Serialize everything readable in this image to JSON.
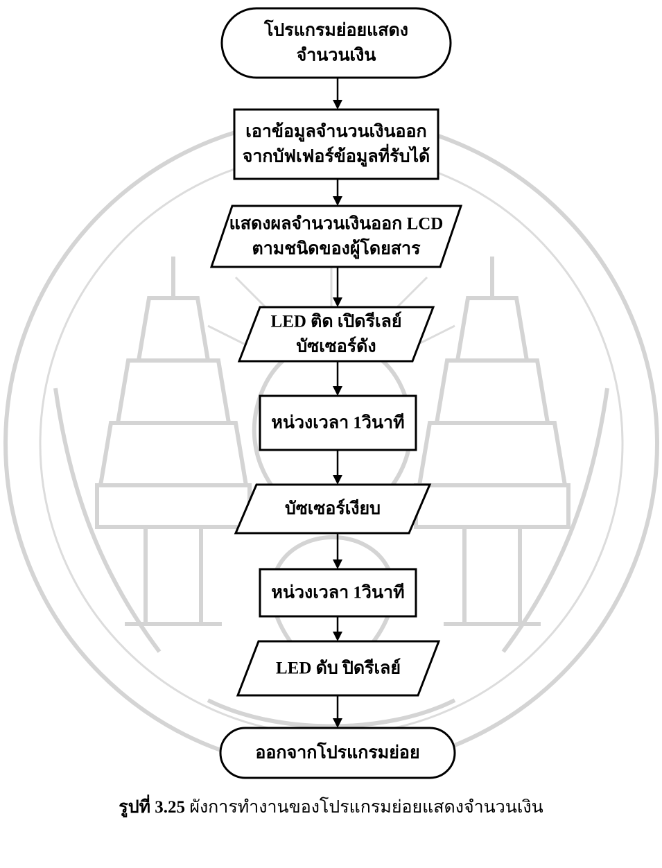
{
  "flowchart": {
    "nodes": [
      {
        "id": "start",
        "shape": "terminator",
        "lines": [
          "โปรแกรมย่อยแสดง",
          "จำนวนเงิน"
        ]
      },
      {
        "id": "fetch",
        "shape": "process",
        "lines": [
          "เอาข้อมูลจำนวนเงินออก",
          "จากบัฟเฟอร์ข้อมูลที่รับได้"
        ]
      },
      {
        "id": "display",
        "shape": "io",
        "lines": [
          "แสดงผลจำนวนเงินออก LCD",
          "ตามชนิดของผู้โดยสาร"
        ]
      },
      {
        "id": "led-on",
        "shape": "io",
        "lines": [
          "LED ติด  เปิดรีเลย์",
          "บัซเซอร์ดัง"
        ]
      },
      {
        "id": "delay-1",
        "shape": "process",
        "lines": [
          "หน่วงเวลา  1วินาที"
        ]
      },
      {
        "id": "buzzer-off",
        "shape": "io",
        "lines": [
          "บัซเซอร์เงียบ"
        ]
      },
      {
        "id": "delay-2",
        "shape": "process",
        "lines": [
          "หน่วงเวลา  1วินาที"
        ]
      },
      {
        "id": "led-off",
        "shape": "io",
        "lines": [
          "LED ดับ  ปิดรีเลย์"
        ]
      },
      {
        "id": "end",
        "shape": "terminator",
        "lines": [
          "ออกจากโปรแกรมย่อย"
        ]
      }
    ],
    "edges": [
      [
        "start",
        "fetch"
      ],
      [
        "fetch",
        "display"
      ],
      [
        "display",
        "led-on"
      ],
      [
        "led-on",
        "delay-1"
      ],
      [
        "delay-1",
        "buzzer-off"
      ],
      [
        "buzzer-off",
        "delay-2"
      ],
      [
        "delay-2",
        "led-off"
      ],
      [
        "led-off",
        "end"
      ]
    ]
  },
  "caption": {
    "label": "รูปที่ 3.25",
    "text": "ผังการทำงานของโปรแกรมย่อยแสดงจำนวนเงิน"
  }
}
